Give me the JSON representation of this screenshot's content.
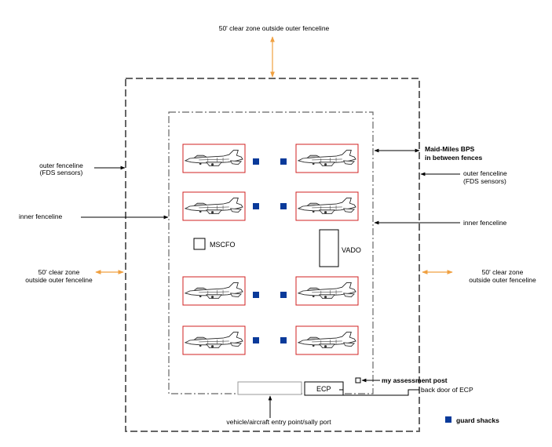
{
  "labels": {
    "top_clear_zone": "50' clear zone outside outer fenceline",
    "outer_fence_left_1": "outer fenceline",
    "outer_fence_left_2": "(FDS sensors)",
    "inner_fence_left": "inner fenceline",
    "clear_zone_left_1": "50' clear zone",
    "clear_zone_left_2": "outside outer fenceline",
    "bps_1": "Maid-Miles BPS",
    "bps_2": "in between fences",
    "outer_fence_right_1": "outer fenceline",
    "outer_fence_right_2": "(FDS sensors)",
    "inner_fence_right": "inner fenceline",
    "clear_zone_right_1": "50' clear zone",
    "clear_zone_right_2": "outside outer fenceline",
    "mscfo": "MSCFO",
    "vado": "VADO",
    "ecp": "ECP",
    "assessment_post": "my assessment post",
    "back_door": "back door of ECP",
    "entry_point": "vehicle/aircraft entry point/sally port",
    "legend_guard": "guard shacks"
  },
  "colors": {
    "fence": "#666666",
    "clear_zone_arrow": "#F0A040",
    "aircraft_box": "#D02020",
    "guard_shack": "#0A3A9A",
    "pointer": "#000000"
  },
  "icons": {
    "aircraft": "fighter-jet-icon",
    "guard_shack": "square-icon"
  }
}
